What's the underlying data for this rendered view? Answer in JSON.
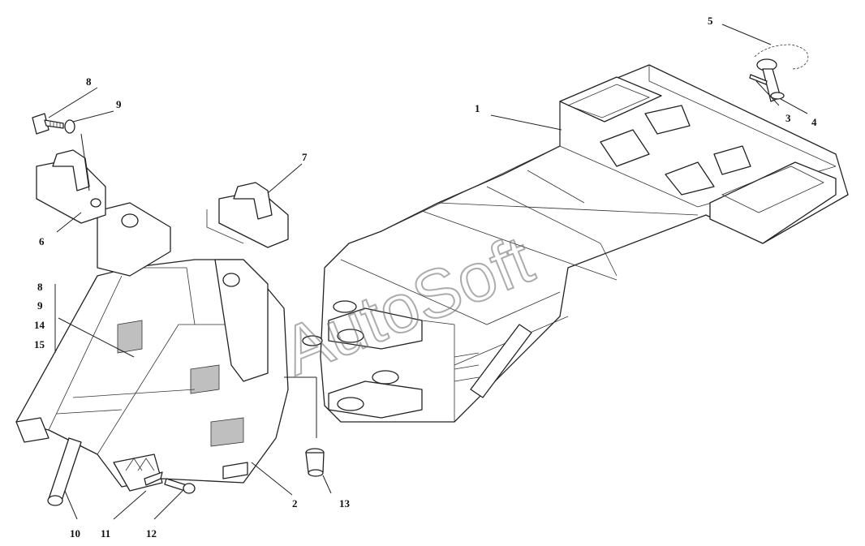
{
  "watermark": "AutoSoft",
  "callouts": {
    "c1": "1",
    "c2": "2",
    "c3": "3",
    "c4": "4",
    "c5": "5",
    "c6": "6",
    "c7": "7",
    "c8a": "8",
    "c9a": "9",
    "c8b": "8",
    "c9b": "9",
    "c14": "14",
    "c15": "15",
    "c10": "10",
    "c11": "11",
    "c12": "12",
    "c13": "13"
  }
}
